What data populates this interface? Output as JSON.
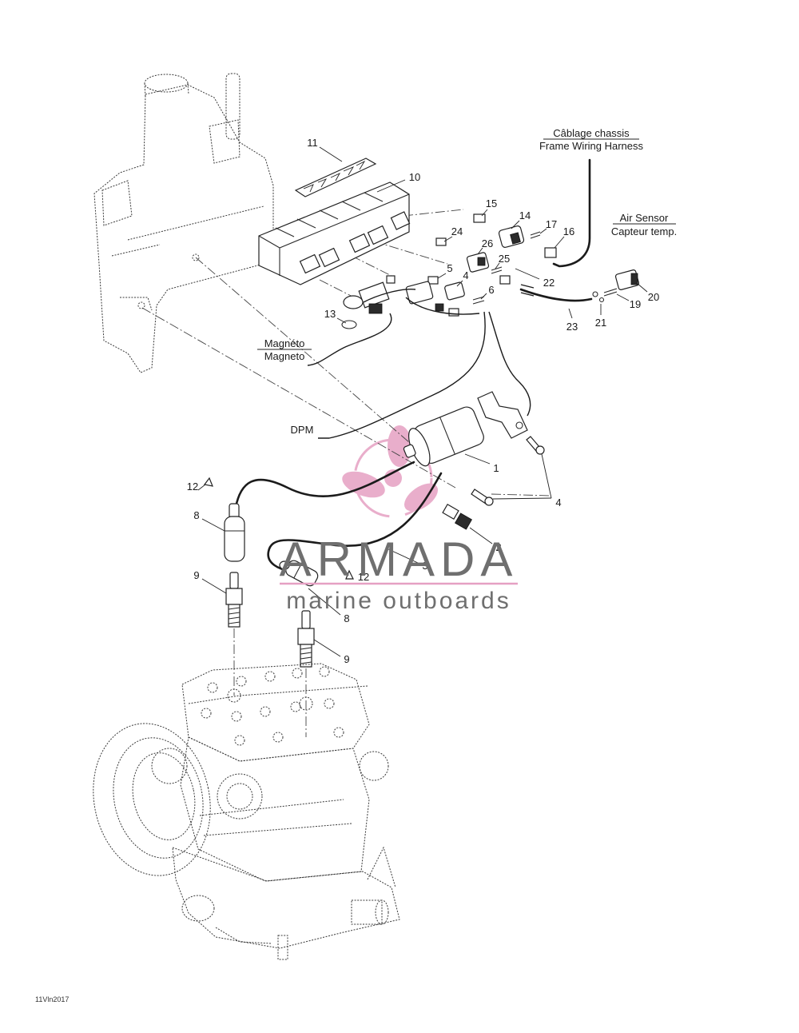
{
  "labels": {
    "frame_harness_fr": "Câblage chassis",
    "frame_harness_en": "Frame Wiring Harness",
    "air_sensor_en": "Air Sensor",
    "air_sensor_fr": "Capteur temp.",
    "magneto_fr": "Magnéto",
    "magneto_en": "Magneto",
    "dpm": "DPM"
  },
  "callouts": [
    "11",
    "10",
    "15",
    "14",
    "17",
    "16",
    "24",
    "26",
    "25",
    "5",
    "4",
    "22",
    "6",
    "20",
    "19",
    "21",
    "23",
    "13",
    "1",
    "4",
    "12",
    "8",
    "2",
    "3",
    "12",
    "9",
    "8",
    "9"
  ],
  "watermark": {
    "brand": "ARMADA",
    "tagline": "marine outboards",
    "accent_color": "#e6a0c3",
    "text_color": "#6f6f6f"
  },
  "footer_code": "11Vln2017"
}
